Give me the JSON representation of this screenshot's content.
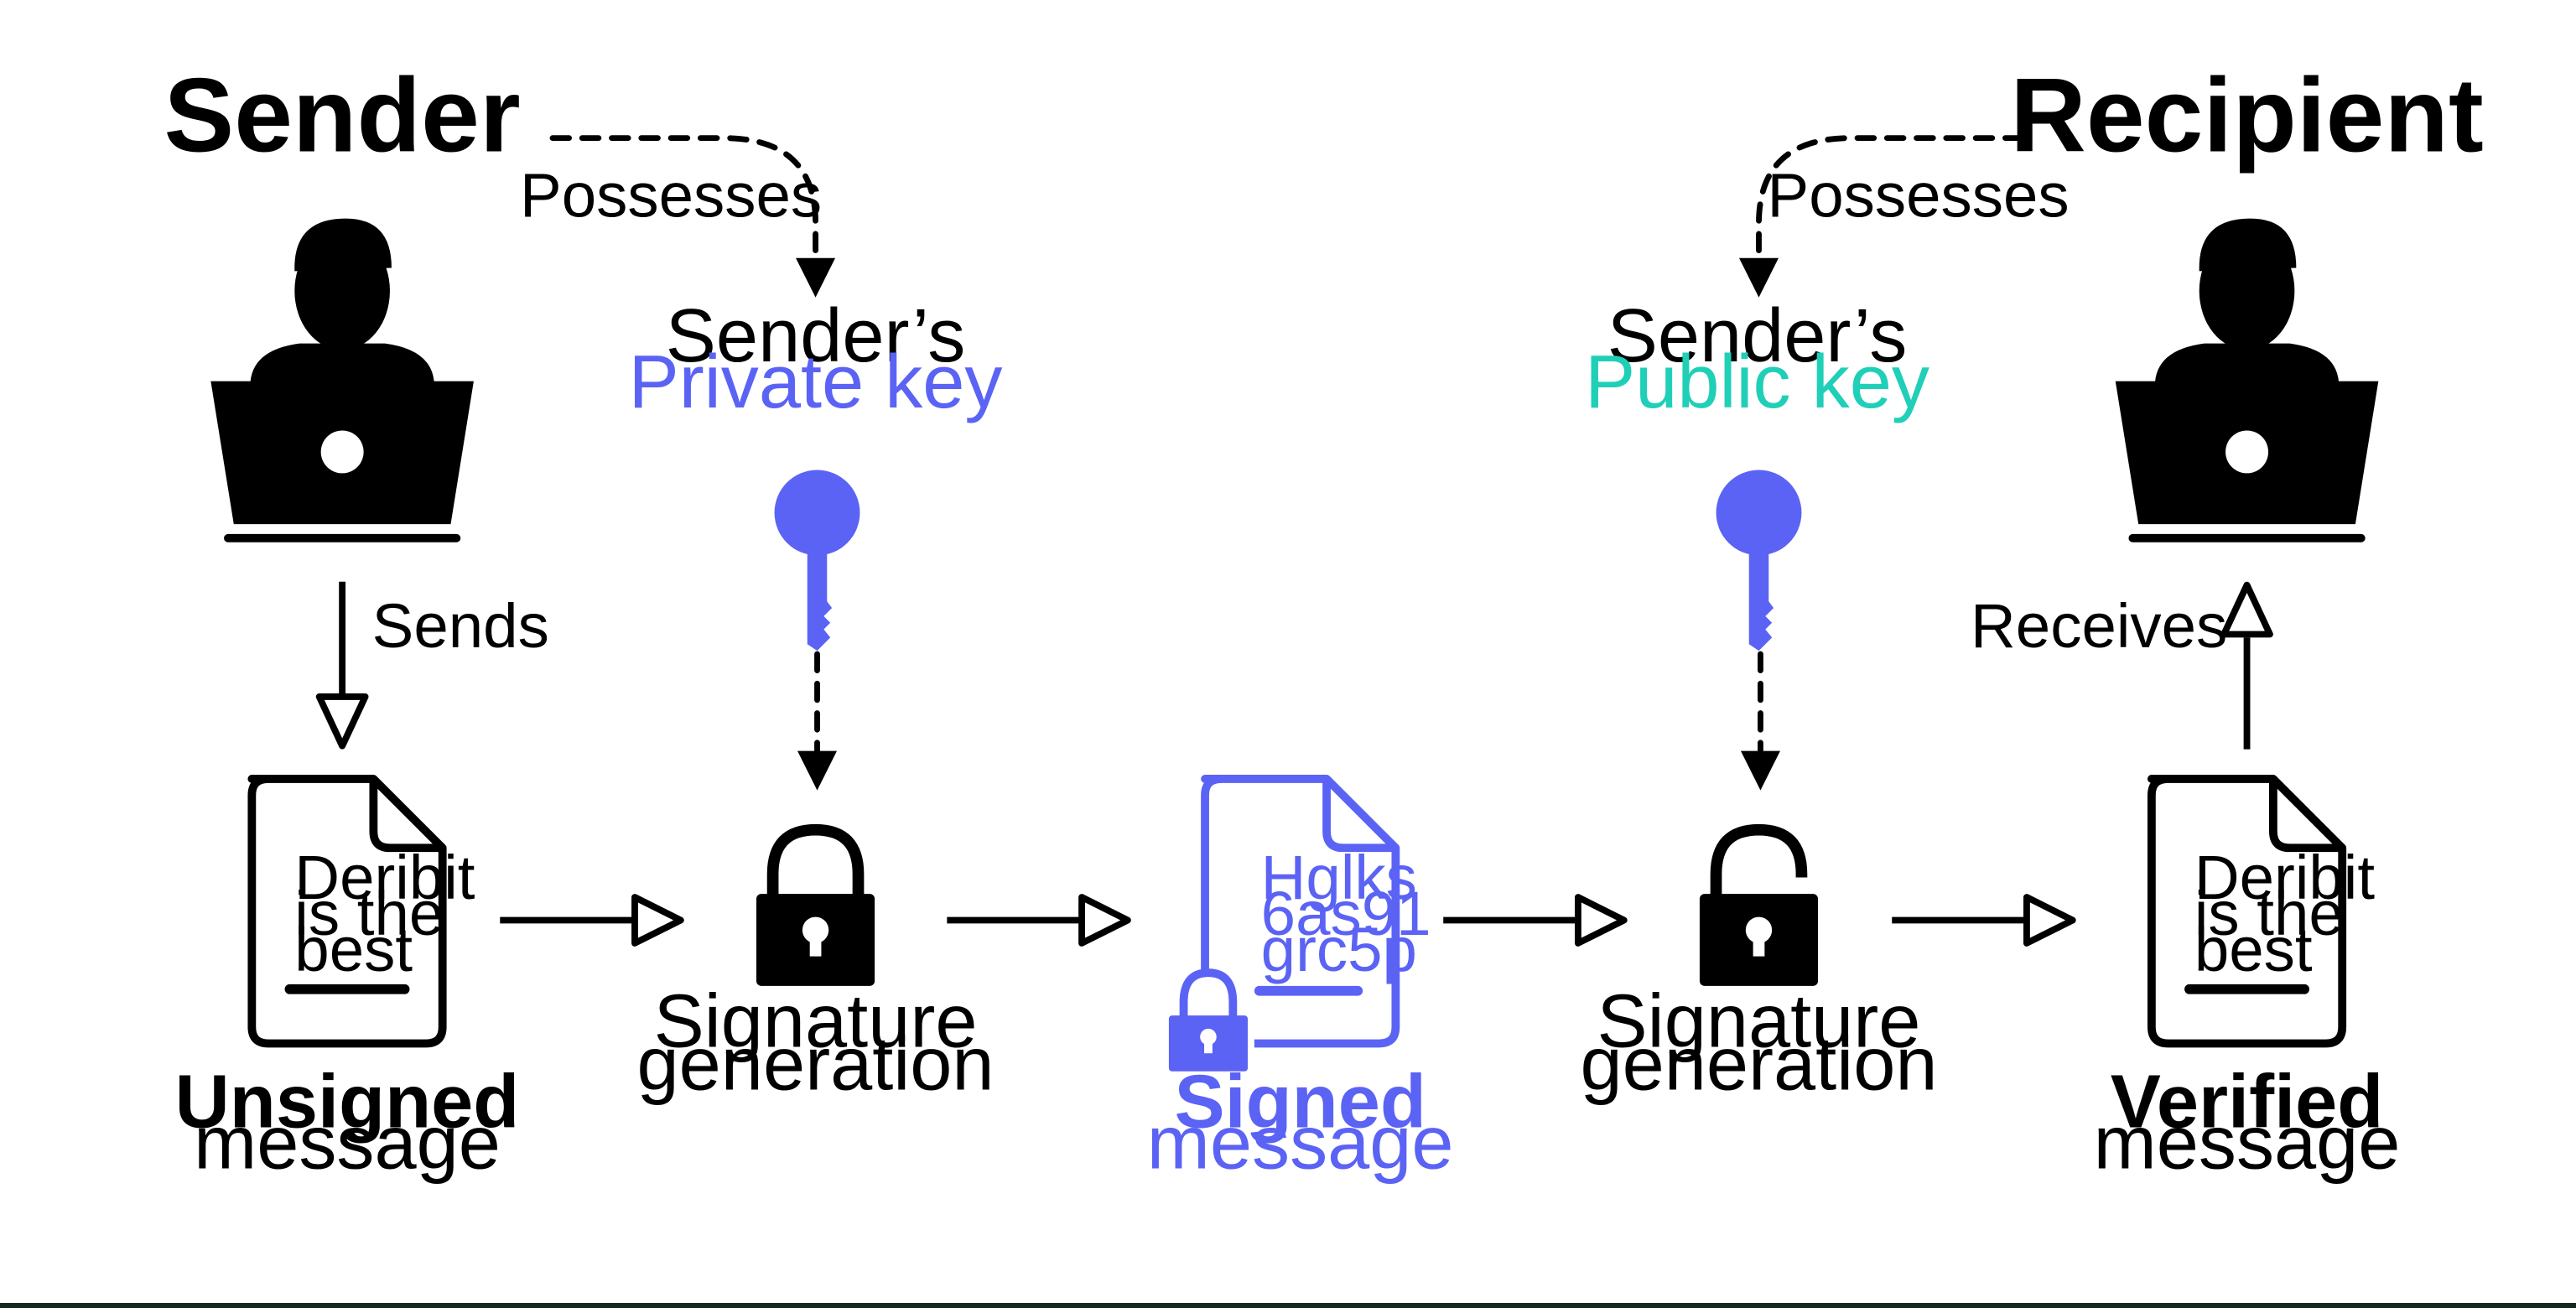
{
  "colors": {
    "accent_purple": "#5b63f5",
    "accent_teal": "#1fcfb7",
    "ink": "#000000",
    "background": "#ffffff",
    "bottom_strip": "#12291e"
  },
  "sender": {
    "title": "Sender",
    "icon": "person-with-laptop-icon"
  },
  "recipient": {
    "title": "Recipient",
    "icon": "person-with-laptop-icon"
  },
  "edges": {
    "possesses_left": "Possesses",
    "possesses_right": "Possesses",
    "sends": "Sends",
    "receives": "Receives"
  },
  "private_key": {
    "owner": "Sender’s",
    "name": "Private key",
    "icon": "key-icon"
  },
  "public_key": {
    "owner": "Sender’s",
    "name": "Public key",
    "icon": "key-icon"
  },
  "unsigned_message": {
    "doc_lines": [
      "Deribit",
      "is the",
      "best"
    ],
    "label_bold": "Unsigned",
    "label": "message",
    "icon": "document-icon"
  },
  "signature_generation_1": {
    "line1": "Signature",
    "line2": "generation",
    "icon": "closed-padlock-icon"
  },
  "signed_message": {
    "doc_lines": [
      "Hglks",
      "6as91",
      "grc5p"
    ],
    "label_bold": "Signed",
    "label": "message",
    "icon": "locked-document-icon"
  },
  "signature_generation_2": {
    "line1": "Signature",
    "line2": "generation",
    "icon": "open-padlock-icon"
  },
  "verified_message": {
    "doc_lines": [
      "Deribit",
      "is the",
      "best"
    ],
    "label_bold": "Verified",
    "label": "message",
    "icon": "document-icon"
  }
}
